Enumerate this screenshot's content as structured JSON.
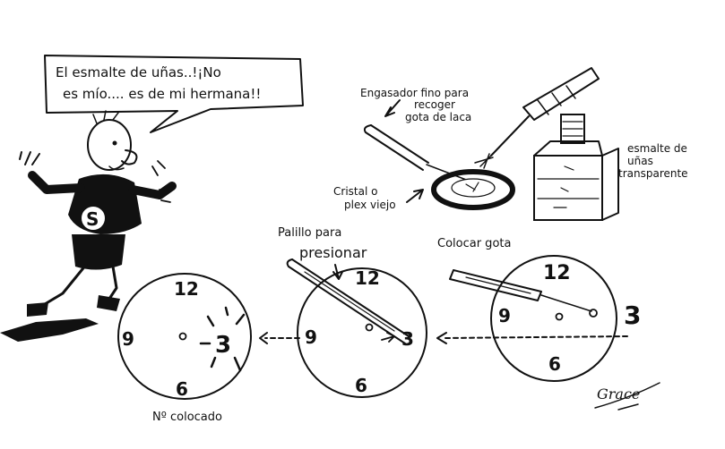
{
  "speech": {
    "line1": "El esmalte de uñas..!¡No",
    "line2": "es mío.... es de mi hermana!!"
  },
  "shirt_letter": "S",
  "labels": {
    "engarzador_line1": "Engasador fino para",
    "engarzador_line2": "recoger",
    "engarzador_line3": "gota de laca",
    "cristal_line1": "Cristal o",
    "cristal_line2": "plex viejo",
    "esmalte_line1": "esmalte de",
    "esmalte_line2": "uñas",
    "esmalte_line3": "transparente",
    "palillo_line1": "Palillo para",
    "palillo_line2": "presionar",
    "colocar_gota": "Colocar gota",
    "colocado": "Nº colocado"
  },
  "dial_numbers": {
    "twelve": "12",
    "nine": "9",
    "six": "6",
    "three": "3"
  },
  "signature": "Grace"
}
